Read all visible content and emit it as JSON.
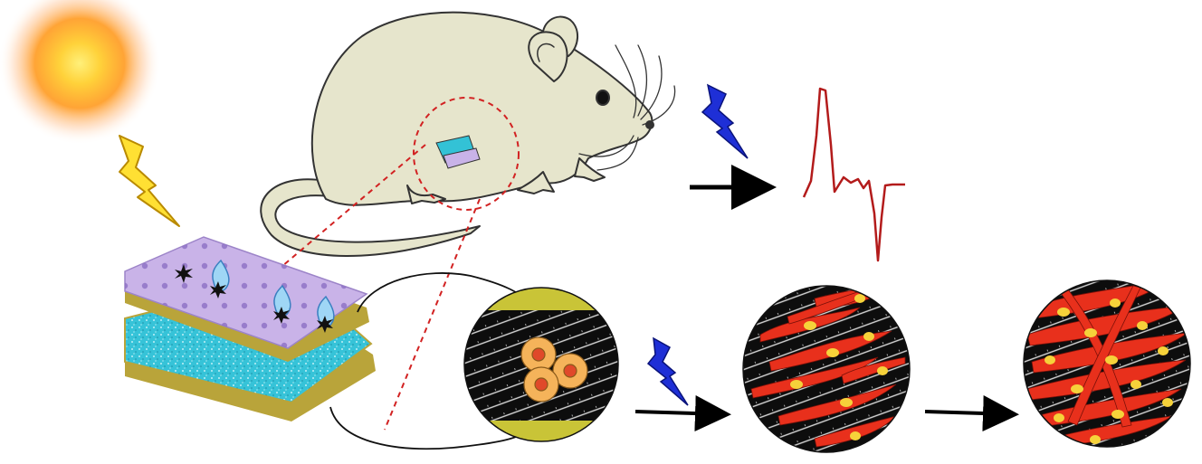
{
  "figure": {
    "description_visible_text": [],
    "palette": {
      "sun_core": "#FFE14A",
      "sun_glow": "#FF9A1F",
      "lightning_yellow": "#FFE033",
      "lightning_blue": "#1E2FD6",
      "mouse_body": "#E6E5CC",
      "mouse_outline": "#333333",
      "device_top": "#C9B3E8",
      "device_bottom": "#33C2D6",
      "device_gold": "#B9A43A",
      "signal_red": "#B31B1B",
      "cell_orange": "#F5B35A",
      "cell_nucleus": "#E0492A",
      "fiber_red": "#E8301C",
      "nucleus_yellow": "#F6D23A",
      "scaffold_black": "#111111",
      "scaffold_band": "#C9C437",
      "dashed_red": "#D22222",
      "arrow": "#000000"
    },
    "icons": [
      "sun-icon",
      "yellow-lightning-icon",
      "blue-lightning-icon",
      "mouse-illustration",
      "layered-device",
      "ecg-signal",
      "cell-scaffold-circle",
      "aligned-cells-circle",
      "tissue-circle"
    ]
  }
}
